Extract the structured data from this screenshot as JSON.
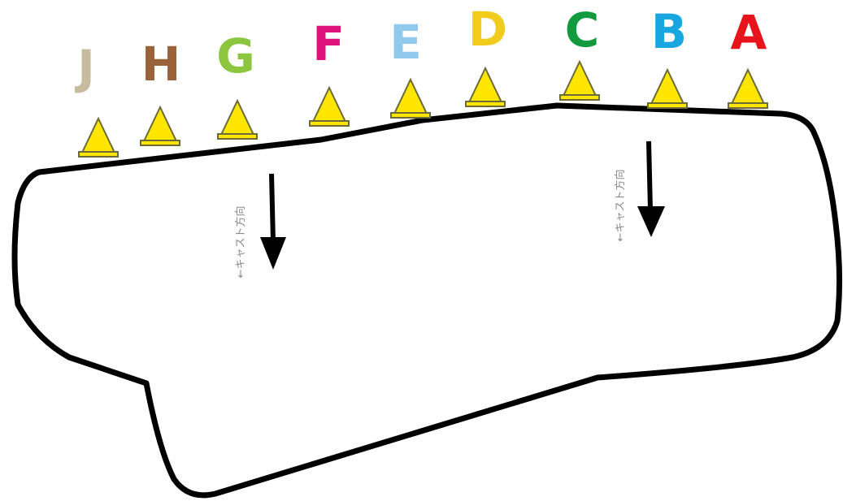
{
  "points": [
    {
      "id": "A",
      "letter": "A",
      "color": "#e8141c"
    },
    {
      "id": "B",
      "letter": "B",
      "color": "#18a6e0"
    },
    {
      "id": "C",
      "letter": "C",
      "color": "#119a3e"
    },
    {
      "id": "D",
      "letter": "D",
      "color": "#f2cc1c"
    },
    {
      "id": "E",
      "letter": "E",
      "color": "#8fcaec"
    },
    {
      "id": "F",
      "letter": "F",
      "color": "#e0117a"
    },
    {
      "id": "G",
      "letter": "G",
      "color": "#8cc63e"
    },
    {
      "id": "H",
      "letter": "H",
      "color": "#9a6238"
    },
    {
      "id": "J",
      "letter": "J",
      "color": "#c7bd9e"
    }
  ],
  "cast_direction_labels": [
    {
      "id": "left",
      "text": "←キャスト方向"
    },
    {
      "id": "right",
      "text": "←キャスト方向"
    }
  ],
  "colors": {
    "cone_fill": "#ffe600",
    "cone_outline": "#6b6b3a",
    "pond_outline": "#000000",
    "arrow": "#000000"
  }
}
